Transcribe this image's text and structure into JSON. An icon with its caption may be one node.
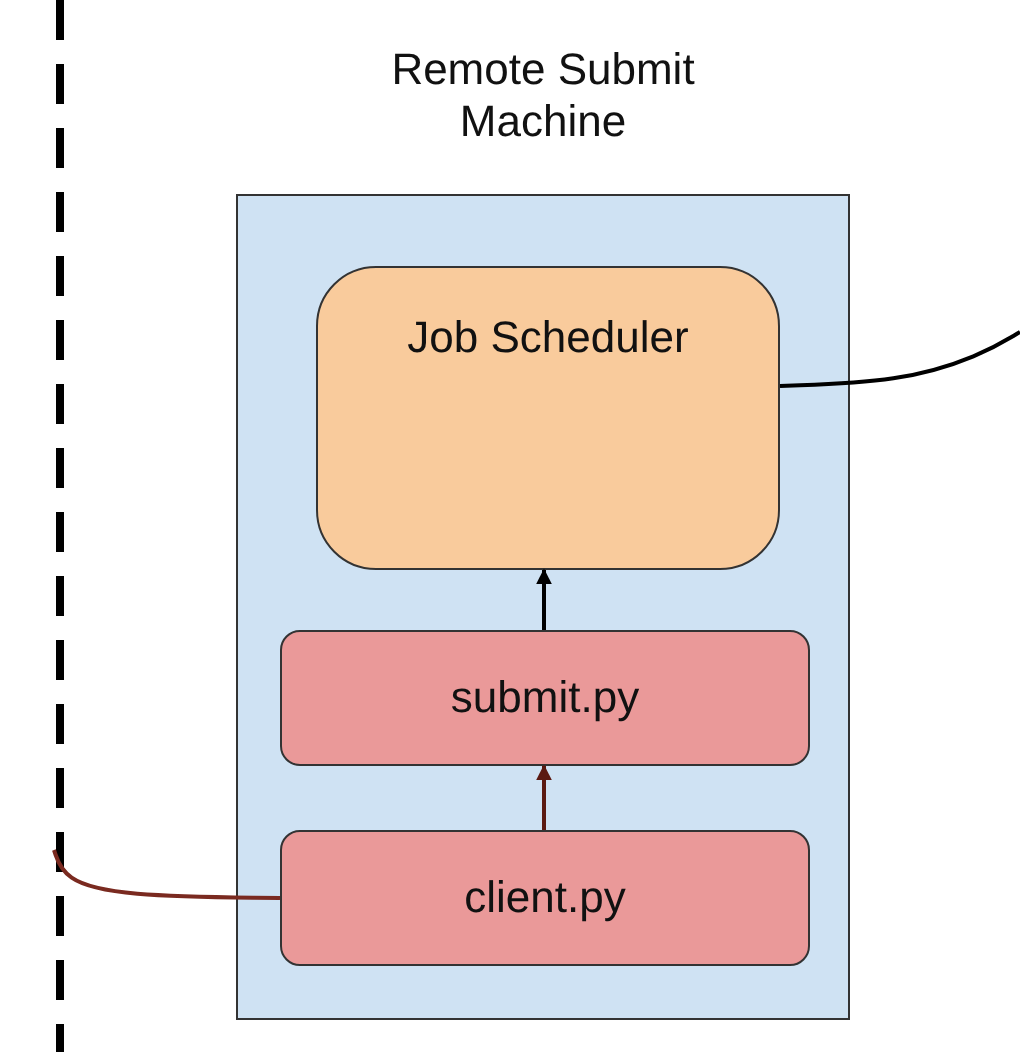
{
  "diagram": {
    "nodes": [
      {
        "text": [
          "Remote Submit Machine"
        ]
      },
      {
        "text": [
          "Job Scheduler"
        ],
        "in": 0
      },
      {
        "text": [
          "submit.py"
        ],
        "in": 0
      },
      {
        "text": [
          "client.py"
        ],
        "in": 0
      }
    ],
    "edges": [
      {
        "from": 2,
        "to": 1,
        "arrow": "to"
      },
      {
        "from": 3,
        "to": 2,
        "arrow": "to",
        "color": "#5b1a12"
      },
      {
        "from": 3,
        "to": null,
        "arrow": "none",
        "color": "#7a2a20"
      },
      {
        "from": 1,
        "to": null,
        "arrow": "none"
      }
    ]
  }
}
